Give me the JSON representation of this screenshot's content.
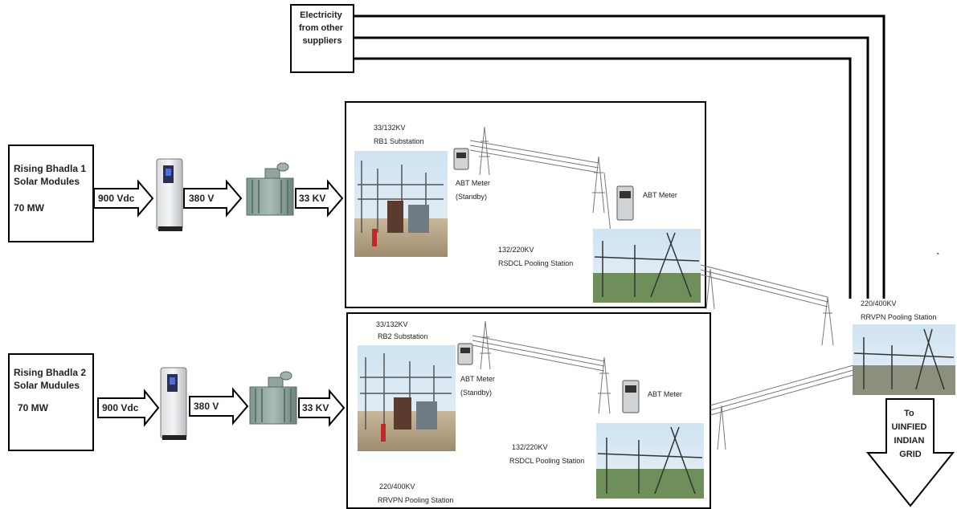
{
  "top_supplier": {
    "label_lines": [
      "Electricity",
      "from other",
      "suppliers"
    ]
  },
  "plant1": {
    "title_lines": [
      "Rising Bhadla 1",
      "Solar Modules"
    ],
    "capacity": "70 MW",
    "arrow_dc": "900 Vdc",
    "arrow_ac": "380 V",
    "arrow_kv": "33 KV",
    "substation_lines": [
      "33/132KV",
      "RB1 Substation"
    ],
    "meter_standby_lines": [
      "ABT Meter",
      "(Standby)"
    ],
    "meter_main": "ABT Meter",
    "pooling_lines": [
      "132/220KV",
      "RSDCL Pooling Station"
    ]
  },
  "plant2": {
    "title_lines": [
      "Rising Bhadla 2",
      "Solar Mudules"
    ],
    "capacity": "70 MW",
    "arrow_dc": "900 Vdc",
    "arrow_ac": "380 V",
    "arrow_kv": "33 KV",
    "substation_lines": [
      "33/132KV",
      "RB2 Substation"
    ],
    "meter_standby_lines": [
      "ABT Meter",
      "(Standby)"
    ],
    "meter_main": "ABT Meter",
    "pooling_lines": [
      "132/220KV",
      "RSDCL Pooling Station"
    ],
    "bottom_station_lines": [
      "220/400KV",
      "RRVPN Pooling Station"
    ]
  },
  "rrvpn": {
    "label_lines": [
      "220/400KV",
      "RRVPN Pooling Station"
    ]
  },
  "grid_arrow": {
    "label_lines": [
      "To",
      "UINFIED",
      "INDIAN",
      "GRID"
    ]
  }
}
